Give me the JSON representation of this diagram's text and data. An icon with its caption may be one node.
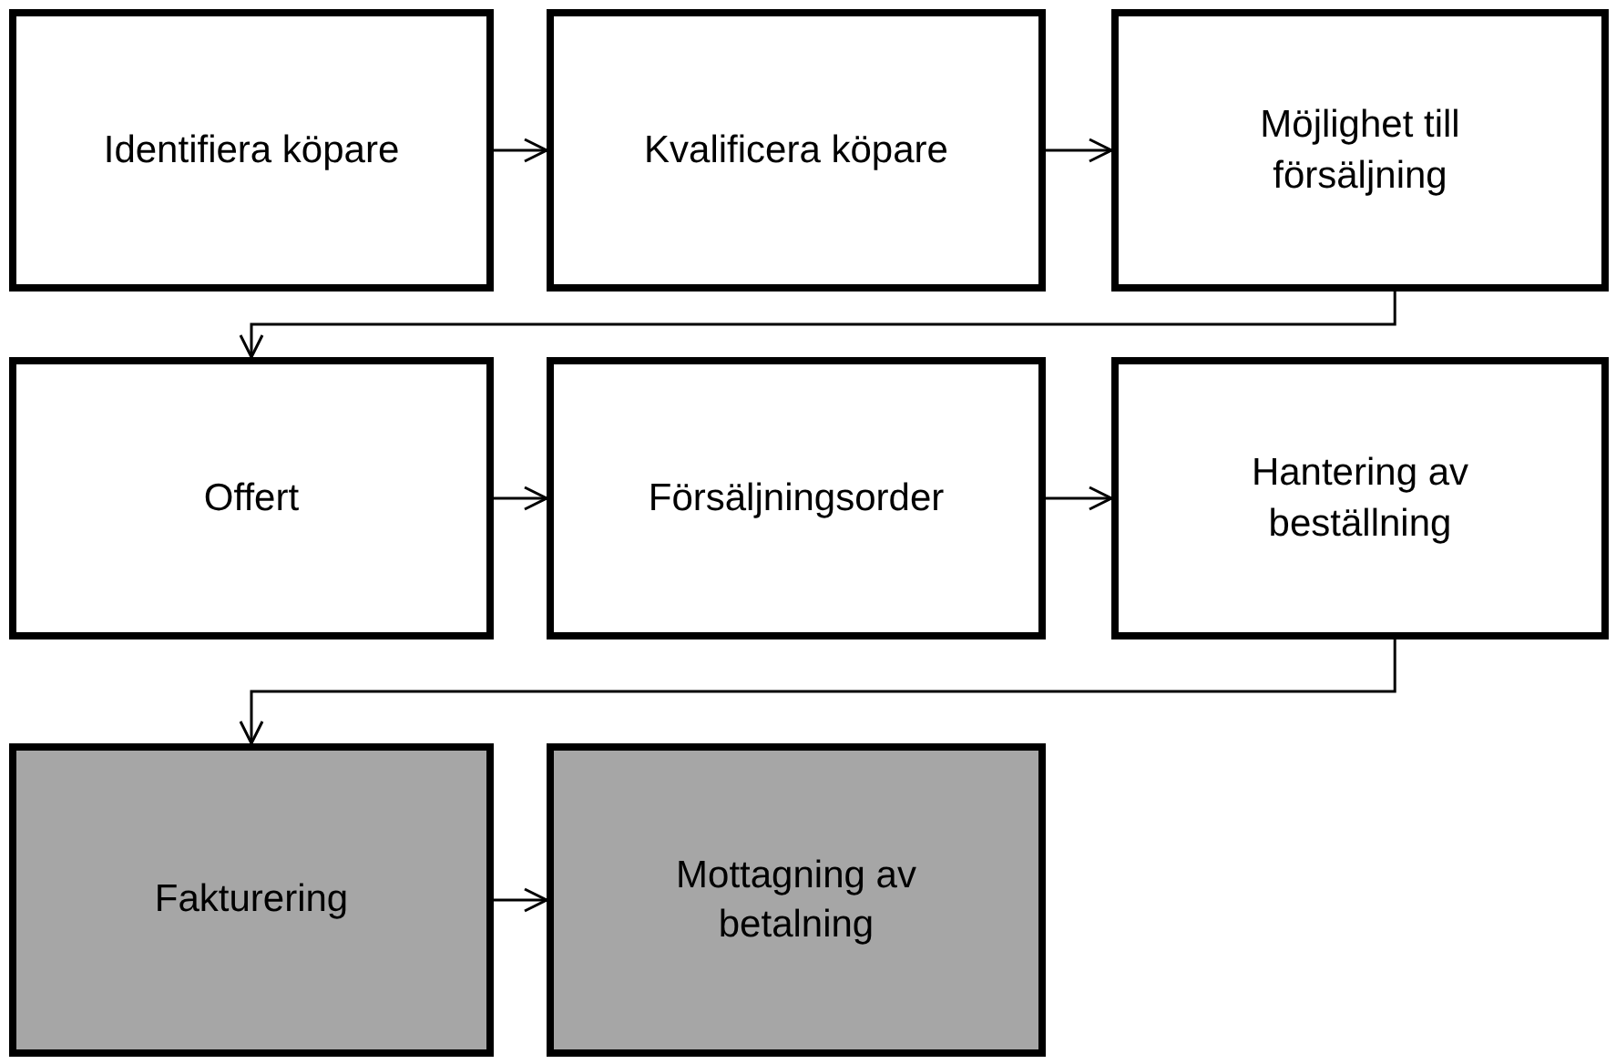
{
  "diagram": {
    "nodes": [
      {
        "text": [
          "Identifiera köpare"
        ]
      },
      {
        "text": [
          "Kvalificera köpare"
        ]
      },
      {
        "text": [
          "Möjlighet till försäljning"
        ]
      },
      {
        "text": [
          "Offert"
        ]
      },
      {
        "text": [
          "Försäljningsorder"
        ]
      },
      {
        "text": [
          "Hantering av beställning"
        ]
      },
      {
        "text": [
          "Fakturering"
        ]
      },
      {
        "text": [
          "Mottagning av betalning"
        ]
      }
    ],
    "edges": [
      {
        "from": 0,
        "to": 1,
        "arrow": "to"
      },
      {
        "from": 1,
        "to": 2,
        "arrow": "to"
      },
      {
        "from": 2,
        "to": 3,
        "arrow": "to"
      },
      {
        "from": 3,
        "to": 4,
        "arrow": "to"
      },
      {
        "from": 4,
        "to": 5,
        "arrow": "to"
      },
      {
        "from": 5,
        "to": 6,
        "arrow": "to"
      },
      {
        "from": 6,
        "to": 7,
        "arrow": "to"
      }
    ]
  }
}
